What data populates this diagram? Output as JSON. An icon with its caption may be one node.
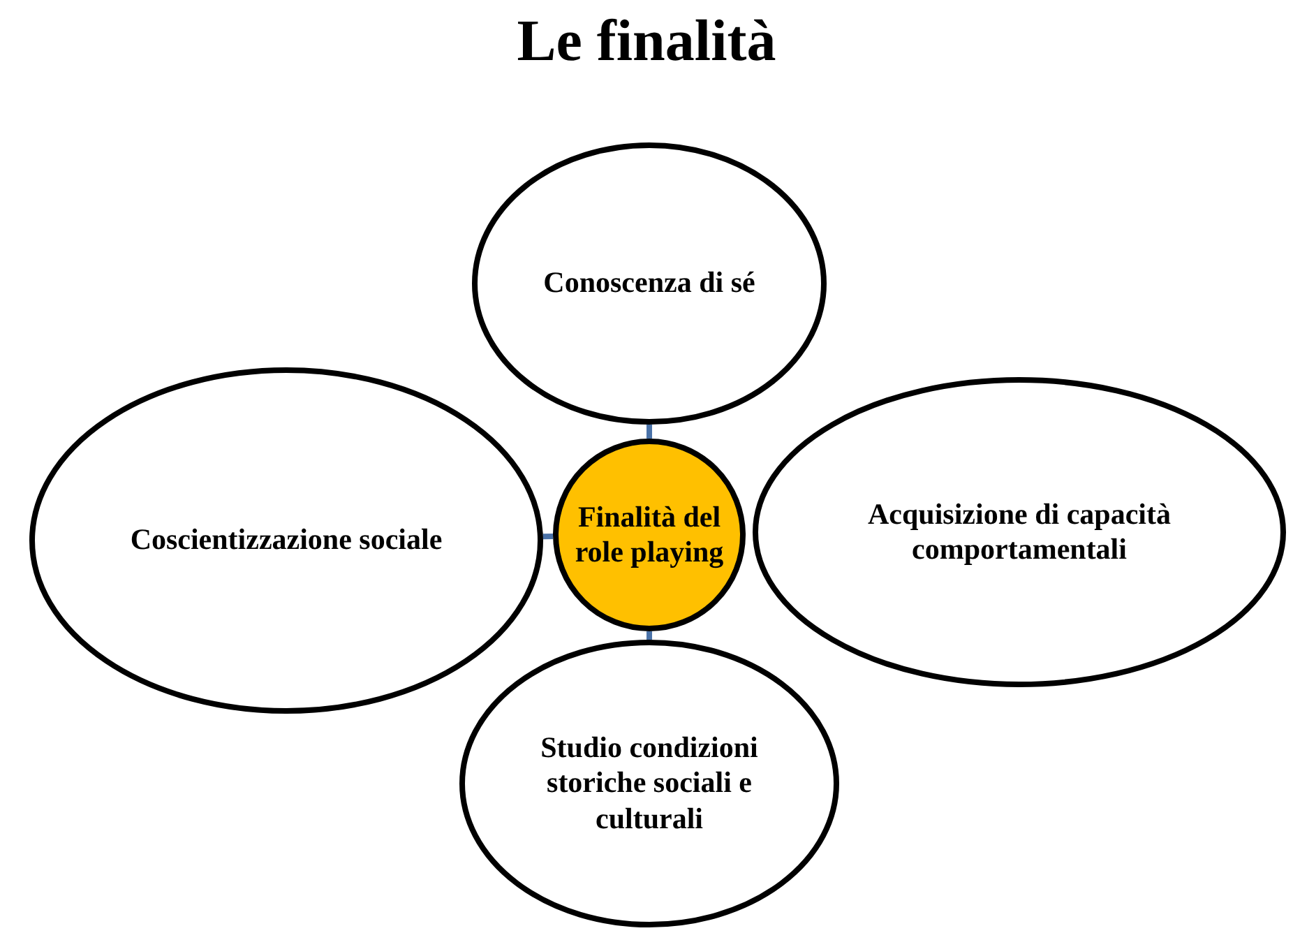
{
  "diagram": {
    "title": "Le finalità",
    "nodes": [
      {
        "text": [
          "Conoscenza di sé"
        ]
      },
      {
        "text": [
          "Coscientizzazione sociale"
        ]
      },
      {
        "text": [
          "Finalità del role playing"
        ]
      },
      {
        "text": [
          "Acquisizione di capacità comportamentali"
        ]
      },
      {
        "text": [
          "Studio condizioni storiche sociali e culturali"
        ]
      }
    ],
    "edges": [
      {
        "from": 2,
        "to": 0,
        "arrow": "none",
        "color": "#4a72a8"
      },
      {
        "from": 2,
        "to": 1,
        "arrow": "none",
        "color": "#4a72a8"
      },
      {
        "from": 2,
        "to": 4,
        "arrow": "none",
        "color": "#4a72a8"
      }
    ]
  }
}
